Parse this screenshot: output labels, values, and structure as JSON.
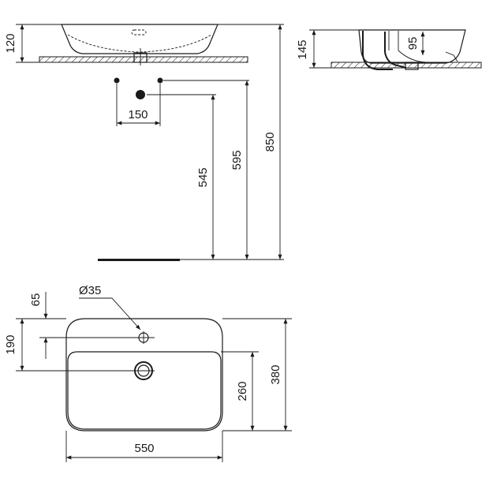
{
  "dimensions": {
    "basin_height": "120",
    "tap_spacing": "150",
    "trap_height_545": "545",
    "trap_height_595": "595",
    "rim_height": "850",
    "side_height": "145",
    "side_inner_depth": "95",
    "tap_offset": "65",
    "tap_hole": "Ø35",
    "waste_offset": "190",
    "bowl_depth": "260",
    "overall_depth": "380",
    "overall_width": "550"
  },
  "colors": {
    "line": "#1a1a1a",
    "background": "#ffffff"
  }
}
